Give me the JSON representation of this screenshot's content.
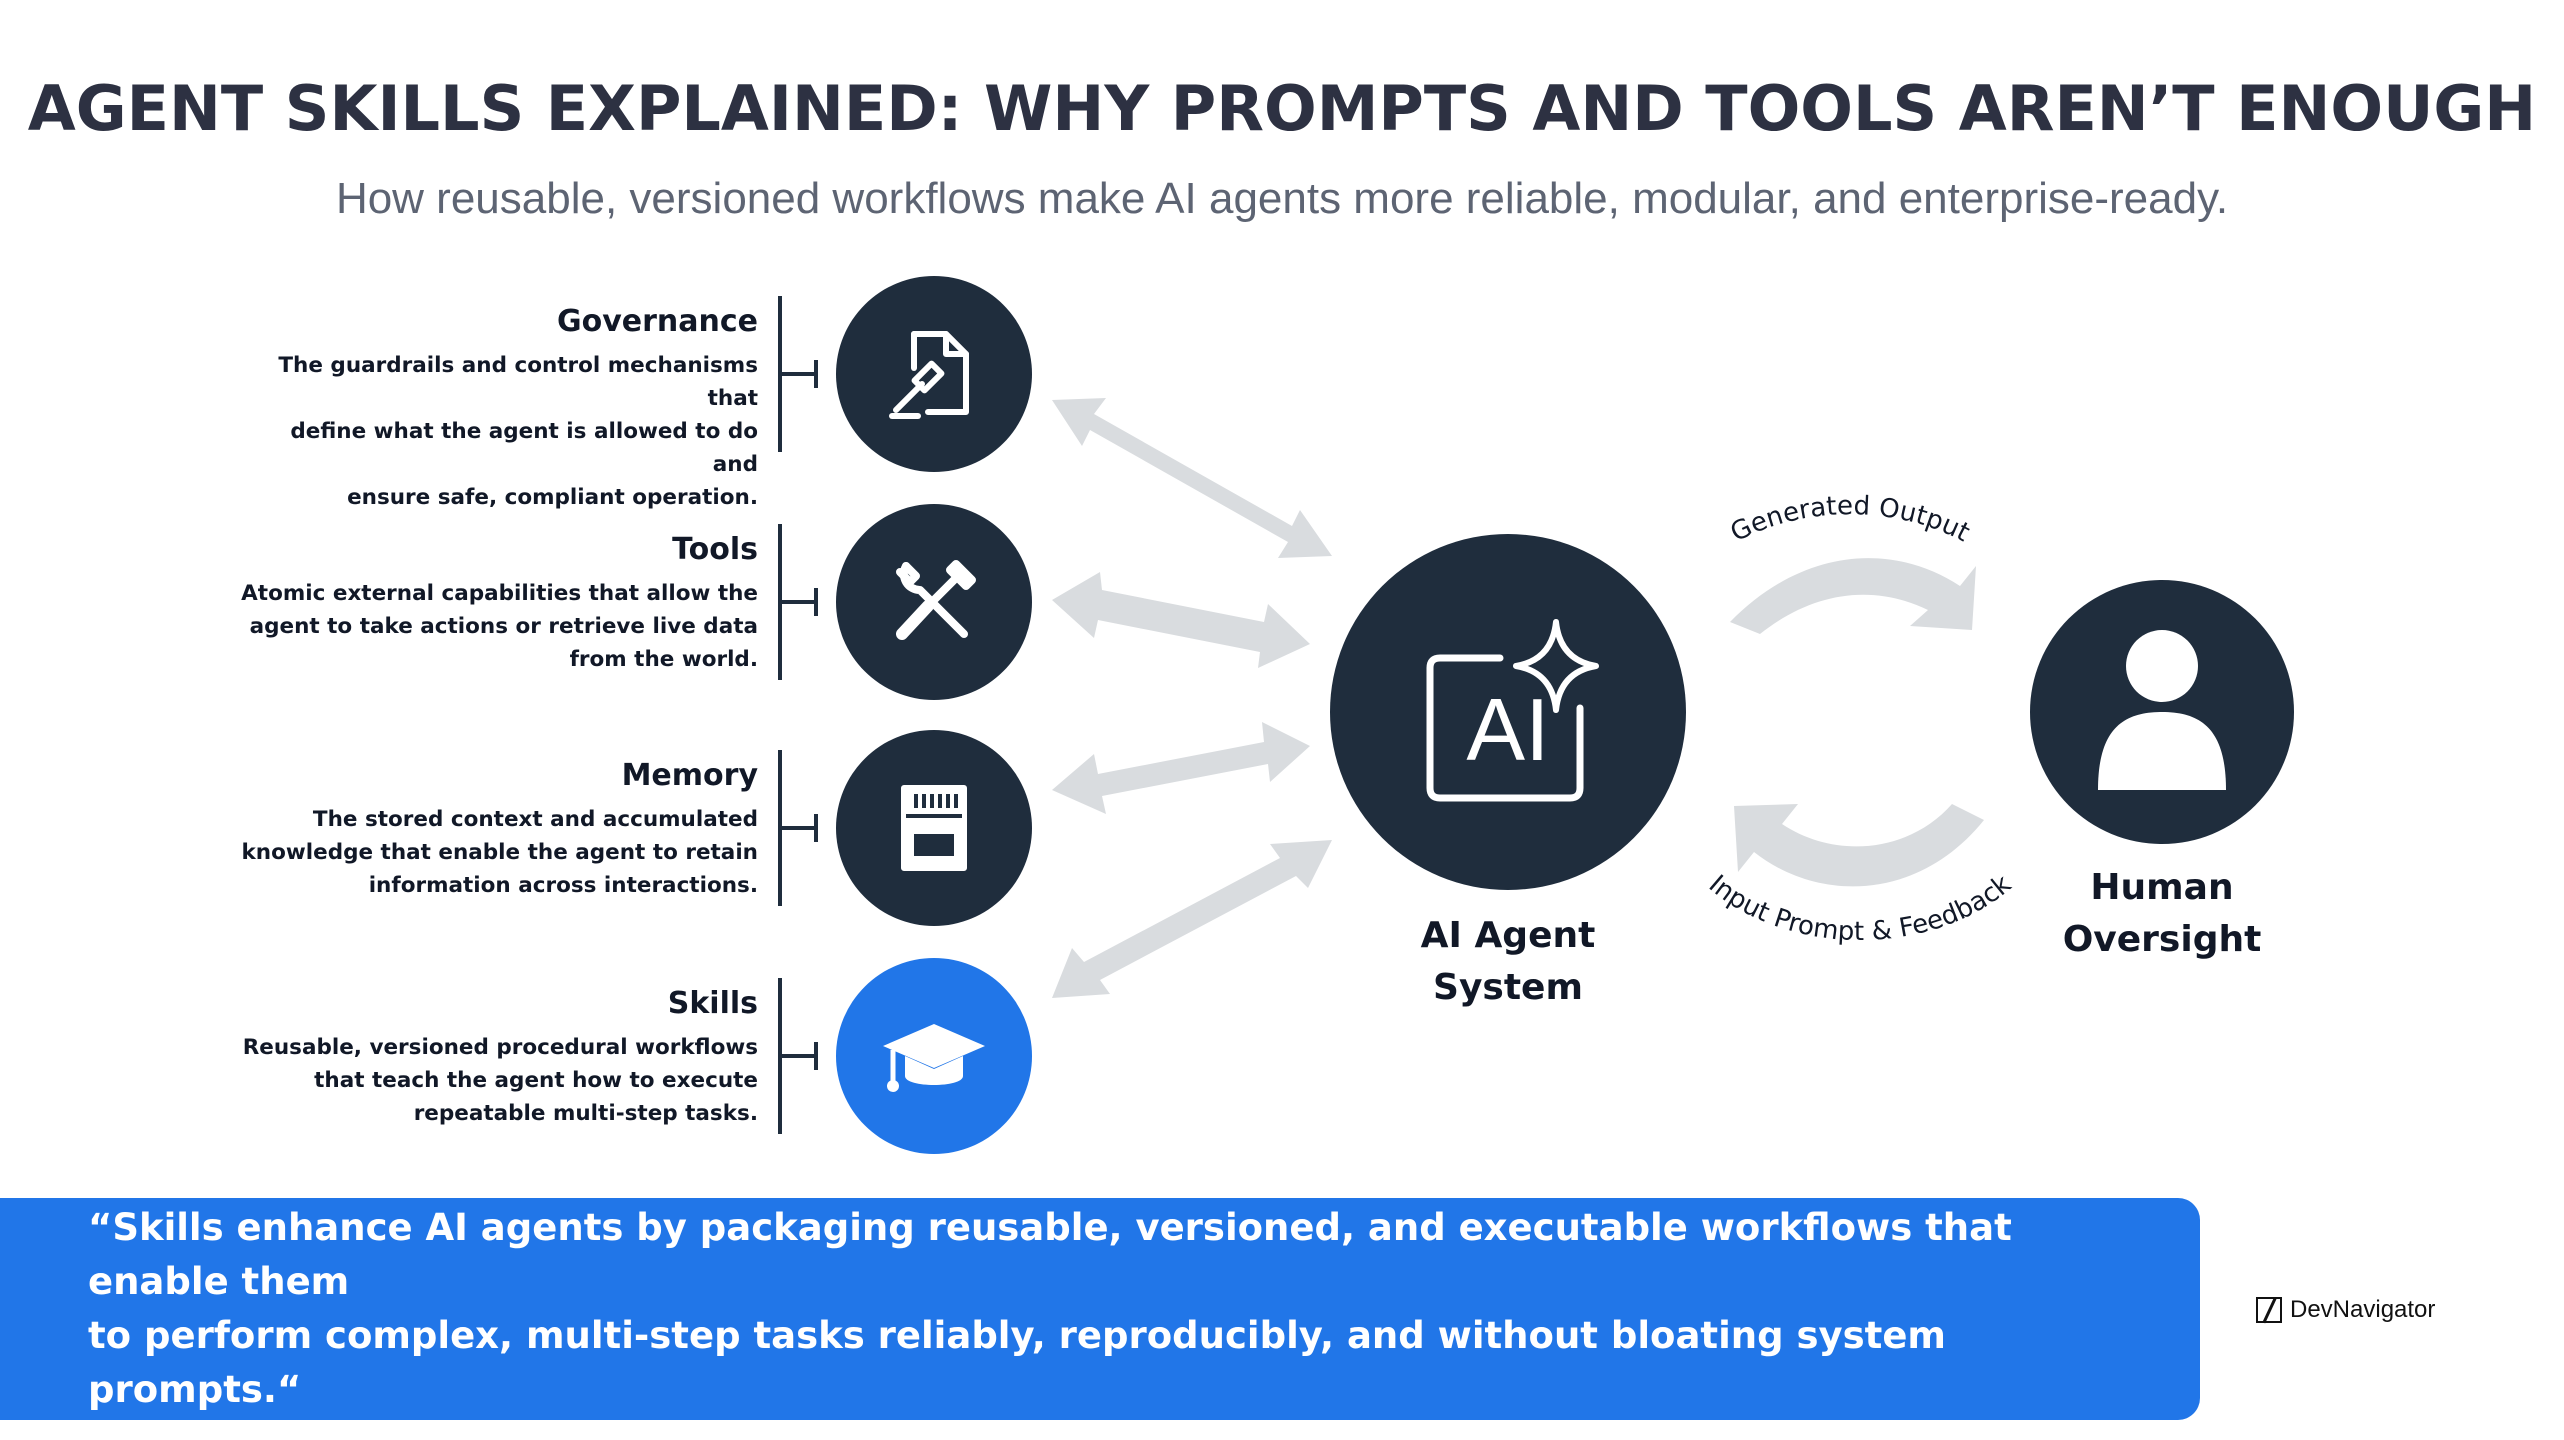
{
  "header": {
    "title": "AGENT SKILLS EXPLAINED: WHY PROMPTS AND TOOLS AREN’T ENOUGH",
    "subtitle": "How reusable, versioned workflows make AI agents more reliable, modular, and enterprise-ready."
  },
  "components": [
    {
      "title": "Governance",
      "desc_lines": [
        "The guardrails and control mechanisms that",
        "define what the agent is allowed to do and",
        "ensure safe, compliant operation."
      ],
      "icon": "gavel-document-icon",
      "color": "#1f2d3d"
    },
    {
      "title": "Tools",
      "desc_lines": [
        "Atomic external capabilities that allow the",
        "agent to take actions or retrieve live data",
        "from the world."
      ],
      "icon": "wrench-screwdriver-icon",
      "color": "#1f2d3d"
    },
    {
      "title": "Memory",
      "desc_lines": [
        "The stored context and accumulated",
        "knowledge that enable the agent to retain",
        "information across interactions."
      ],
      "icon": "memory-card-icon",
      "color": "#1f2d3d"
    },
    {
      "title": "Skills",
      "desc_lines": [
        "Reusable, versioned procedural workflows",
        "that teach the agent how to execute",
        "repeatable multi-step tasks."
      ],
      "icon": "graduation-cap-icon",
      "color": "#2176e8"
    }
  ],
  "center": {
    "icon_text": "AI",
    "icon": "ai-sparkle-icon",
    "label_lines": [
      "AI Agent",
      "System"
    ]
  },
  "human": {
    "icon": "person-icon",
    "label_lines": [
      "Human",
      "Oversight"
    ]
  },
  "flows": {
    "top_label": "Generated Output",
    "bottom_label": "Input Prompt & Feedback"
  },
  "quote": {
    "lines": [
      "“Skills enhance AI agents by packaging reusable, versioned, and executable workflows that enable them",
      "to perform complex, multi-step tasks reliably, reproducibly, and without bloating system prompts.“"
    ]
  },
  "brand": {
    "name": "DevNavigator"
  },
  "colors": {
    "dark": "#1f2d3d",
    "accent": "#2176e8",
    "arrow": "#d9dcdf",
    "title": "#2d3142"
  }
}
